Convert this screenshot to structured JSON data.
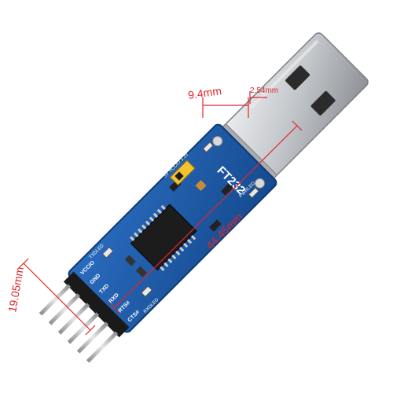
{
  "dimensions": {
    "pin_spacing": "9.4mm",
    "pin_pitch": "2.54mm",
    "board_length": "44.45mm",
    "board_width": "19.05mm"
  },
  "board": {
    "chip_label": "FT232",
    "voltage_label": "5V VCCIO 3.3V",
    "pwrled": "PWRLED",
    "txdled": "TXDLED",
    "rxdled": "RXDLED",
    "pins": [
      "VCCIO",
      "GND",
      "TXD",
      "RXD",
      "RTS#",
      "CTS#"
    ]
  },
  "colors": {
    "pcb": "#1e5aa8",
    "dimension_lines": "#e0262a",
    "usb_metal": "#c9ccd0",
    "header": "#1a1a1a"
  }
}
